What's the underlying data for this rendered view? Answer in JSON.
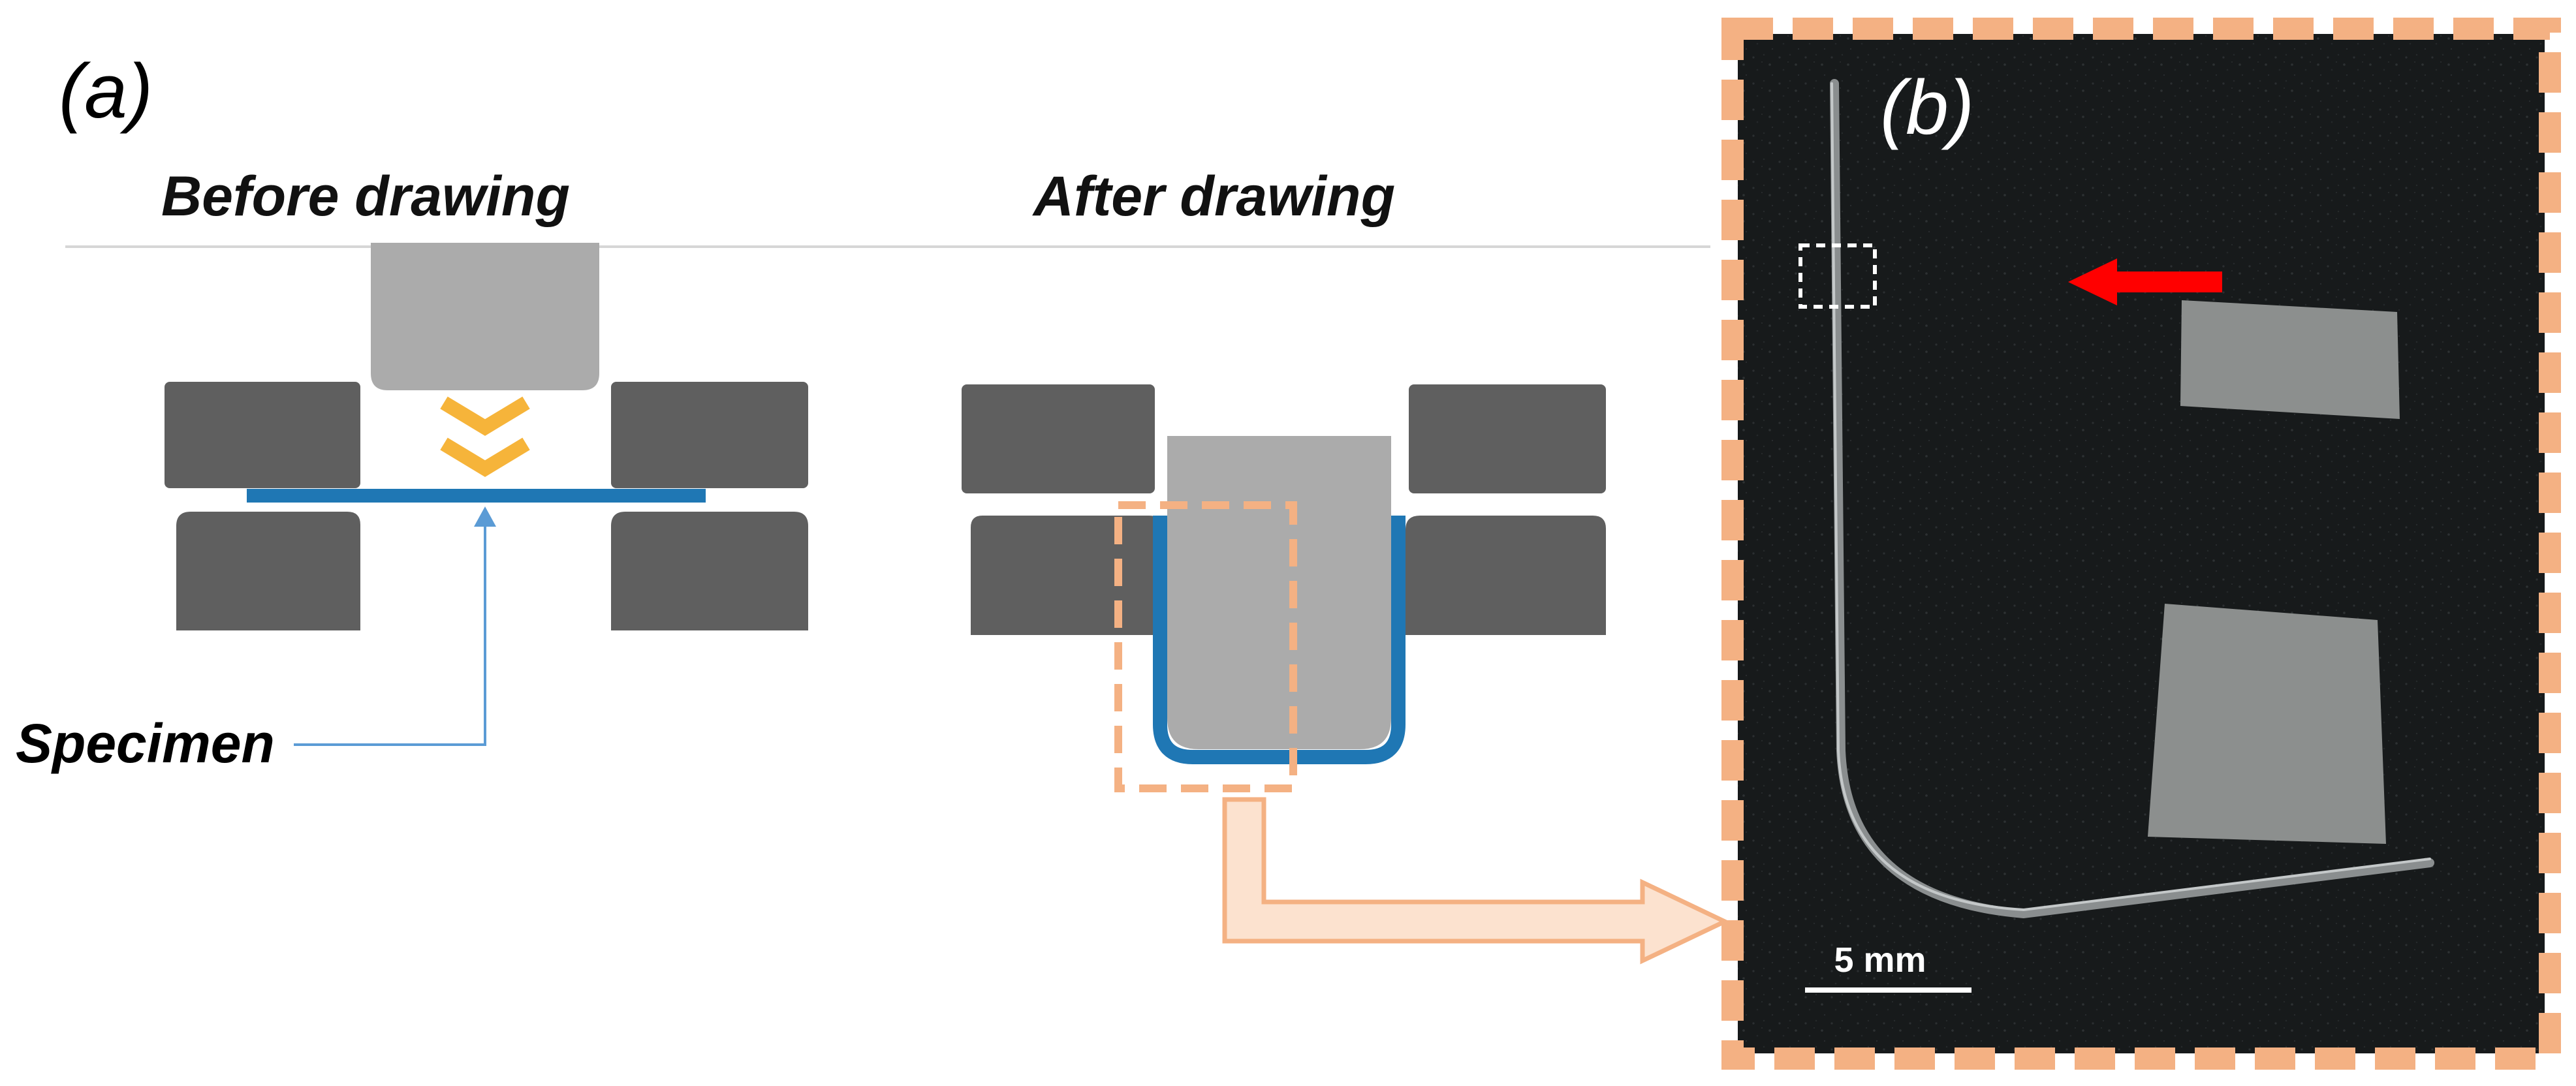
{
  "panel_a": {
    "label": "(a)",
    "before_title": "Before drawing",
    "after_title": "After drawing",
    "specimen_label": "Specimen"
  },
  "panel_b": {
    "label": "(b)",
    "scale_bar_label": "5 mm"
  },
  "colors": {
    "die": "#5f5f5f",
    "punch": "#ababab",
    "specimen": "#1f77b4",
    "arrow_chevron": "#f6b43a",
    "callout_line": "#5b9bd5",
    "highlight": "#f4b183",
    "photo_background": "#171a1b",
    "indicator_arrow": "#ff0000"
  }
}
